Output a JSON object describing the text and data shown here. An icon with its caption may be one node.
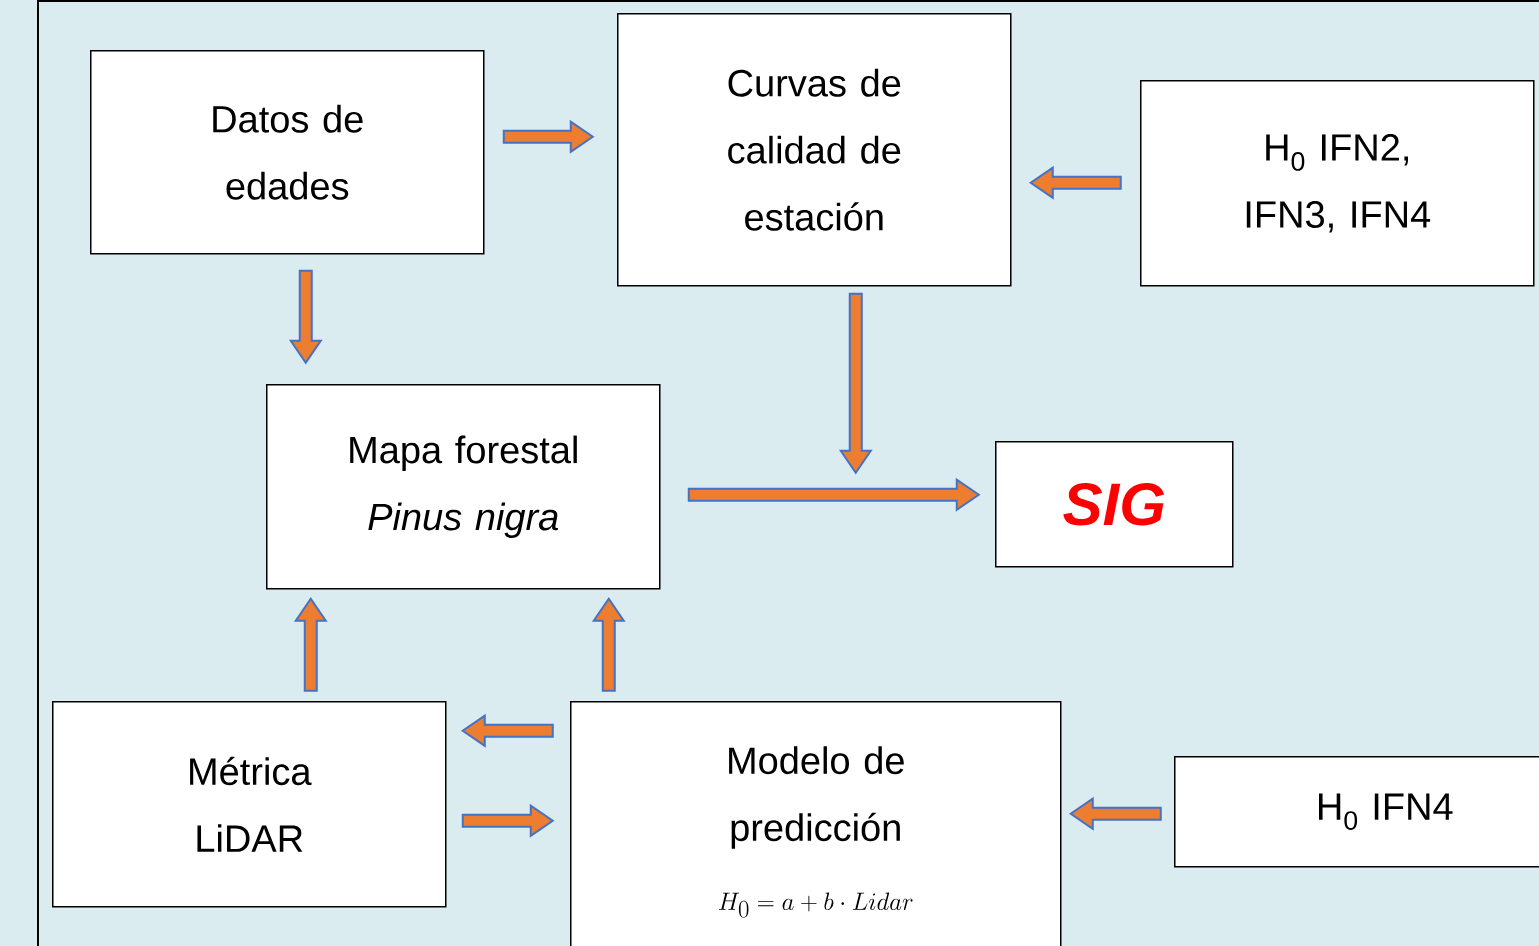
{
  "diagram": {
    "nodes": [
      {
        "text": [
          "Datos de edades"
        ]
      },
      {
        "text": [
          "Curvas de calidad de estación"
        ]
      },
      {
        "text": [
          "H$_{0}$ IFN2, IFN3, IFN4"
        ]
      },
      {
        "text": [
          "Mapa forestal *Pinus nigra*"
        ]
      },
      {
        "text": [
          "SIG"
        ]
      },
      {
        "text": [
          "Métrica LiDAR"
        ]
      },
      {
        "text": [
          "Modelo de predicción",
          "H_0 = a + b \\cdot Lidar"
        ]
      },
      {
        "text": [
          "H$_{0}$ IFN4"
        ]
      }
    ],
    "edges": [
      {
        "from": 0,
        "to": 1,
        "arrow": "to"
      },
      {
        "from": 2,
        "to": 1,
        "arrow": "to"
      },
      {
        "from": 0,
        "to": 3,
        "arrow": "to"
      },
      {
        "from": 1,
        "to": 4,
        "arrow": "to"
      },
      {
        "from": 3,
        "to": 4,
        "arrow": "to"
      },
      {
        "from": 5,
        "to": 3,
        "arrow": "to"
      },
      {
        "from": 6,
        "to": 3,
        "arrow": "to"
      },
      {
        "from": 6,
        "to": 5,
        "arrow": "to"
      },
      {
        "from": 5,
        "to": 6,
        "arrow": "to"
      },
      {
        "from": 7,
        "to": 6,
        "arrow": "to"
      }
    ]
  }
}
